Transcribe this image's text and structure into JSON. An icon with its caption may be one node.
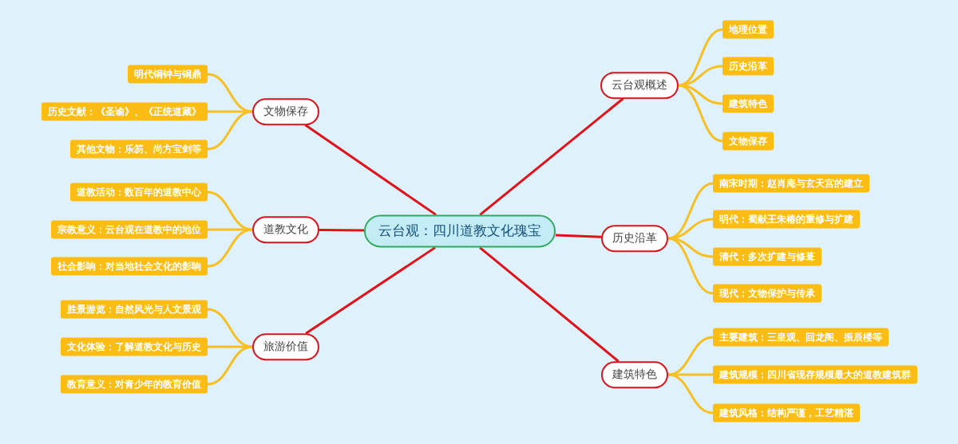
{
  "diagram": {
    "nodes": [
      {
        "text": [
          "云台观：四川道教文化瑰宝"
        ]
      },
      {
        "text": [
          "云台观概述"
        ]
      },
      {
        "text": [
          "地理位置"
        ]
      },
      {
        "text": [
          "历史沿革"
        ]
      },
      {
        "text": [
          "建筑特色"
        ]
      },
      {
        "text": [
          "文物保存"
        ]
      },
      {
        "text": [
          "历史沿革"
        ]
      },
      {
        "text": [
          "南宋时期：赵肖庵与玄天宫的建立"
        ]
      },
      {
        "text": [
          "明代：蜀献王朱椿的重修与扩建"
        ]
      },
      {
        "text": [
          "清代：多次扩建与修葺"
        ]
      },
      {
        "text": [
          "现代：文物保护与传承"
        ]
      },
      {
        "text": [
          "建筑特色"
        ]
      },
      {
        "text": [
          "主要建筑：三皇观、回龙阁、振辰楼等"
        ]
      },
      {
        "text": [
          "建筑规模：四川省现存规模最大的道教建筑群"
        ]
      },
      {
        "text": [
          "建筑风格：结构严谨，工艺精湛"
        ]
      },
      {
        "text": [
          "文物保存"
        ]
      },
      {
        "text": [
          "明代铜钟与铜鼎"
        ]
      },
      {
        "text": [
          "历史文献：《圣谕》、《正统道藏》"
        ]
      },
      {
        "text": [
          "其他文物：乐笏、尚方宝剑等"
        ]
      },
      {
        "text": [
          "道教文化"
        ]
      },
      {
        "text": [
          "道教活动：数百年的道教中心"
        ]
      },
      {
        "text": [
          "宗教意义：云台观在道教中的地位"
        ]
      },
      {
        "text": [
          "社会影响：对当地社会文化的影响"
        ]
      },
      {
        "text": [
          "旅游价值"
        ]
      },
      {
        "text": [
          "胜景游览：自然风光与人文景观"
        ]
      },
      {
        "text": [
          "文化体验：了解道教文化与历史"
        ]
      },
      {
        "text": [
          "教育意义：对青少年的教育价值"
        ]
      }
    ],
    "edges": [
      {
        "from": 0,
        "to": 1,
        "arrow": "none",
        "color": "#e0121b"
      },
      {
        "from": 0,
        "to": 6,
        "arrow": "none",
        "color": "#e0121b"
      },
      {
        "from": 0,
        "to": 11,
        "arrow": "none",
        "color": "#e0121b"
      },
      {
        "from": 0,
        "to": 15,
        "arrow": "none",
        "color": "#e0121b"
      },
      {
        "from": 0,
        "to": 19,
        "arrow": "none",
        "color": "#e0121b"
      },
      {
        "from": 0,
        "to": 23,
        "arrow": "none",
        "color": "#e0121b"
      },
      {
        "from": 1,
        "to": 2,
        "arrow": "none"
      },
      {
        "from": 1,
        "to": 3,
        "arrow": "none"
      },
      {
        "from": 1,
        "to": 4,
        "arrow": "none"
      },
      {
        "from": 1,
        "to": 5,
        "arrow": "none"
      },
      {
        "from": 6,
        "to": 7,
        "arrow": "none"
      },
      {
        "from": 6,
        "to": 8,
        "arrow": "none"
      },
      {
        "from": 6,
        "to": 9,
        "arrow": "none"
      },
      {
        "from": 6,
        "to": 10,
        "arrow": "none"
      },
      {
        "from": 11,
        "to": 12,
        "arrow": "none"
      },
      {
        "from": 11,
        "to": 13,
        "arrow": "none"
      },
      {
        "from": 11,
        "to": 14,
        "arrow": "none"
      },
      {
        "from": 15,
        "to": 16,
        "arrow": "none"
      },
      {
        "from": 15,
        "to": 17,
        "arrow": "none"
      },
      {
        "from": 15,
        "to": 18,
        "arrow": "none"
      },
      {
        "from": 19,
        "to": 20,
        "arrow": "none"
      },
      {
        "from": 19,
        "to": 21,
        "arrow": "none"
      },
      {
        "from": 19,
        "to": 22,
        "arrow": "none"
      },
      {
        "from": 23,
        "to": 24,
        "arrow": "none"
      },
      {
        "from": 23,
        "to": 25,
        "arrow": "none"
      },
      {
        "from": 23,
        "to": 26,
        "arrow": "none"
      }
    ]
  }
}
